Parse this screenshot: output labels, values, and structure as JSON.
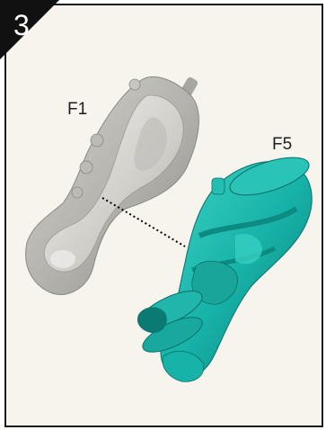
{
  "step": {
    "number": "3"
  },
  "parts": [
    {
      "id": "F1",
      "label": "F1",
      "color": "#b9b7b2"
    },
    {
      "id": "F5",
      "label": "F5",
      "color": "#17b3a9"
    }
  ],
  "colors": {
    "background": "#f7f4ee",
    "border": "#1a1a1a",
    "corner_badge": "#111111",
    "connector": "#000000"
  }
}
